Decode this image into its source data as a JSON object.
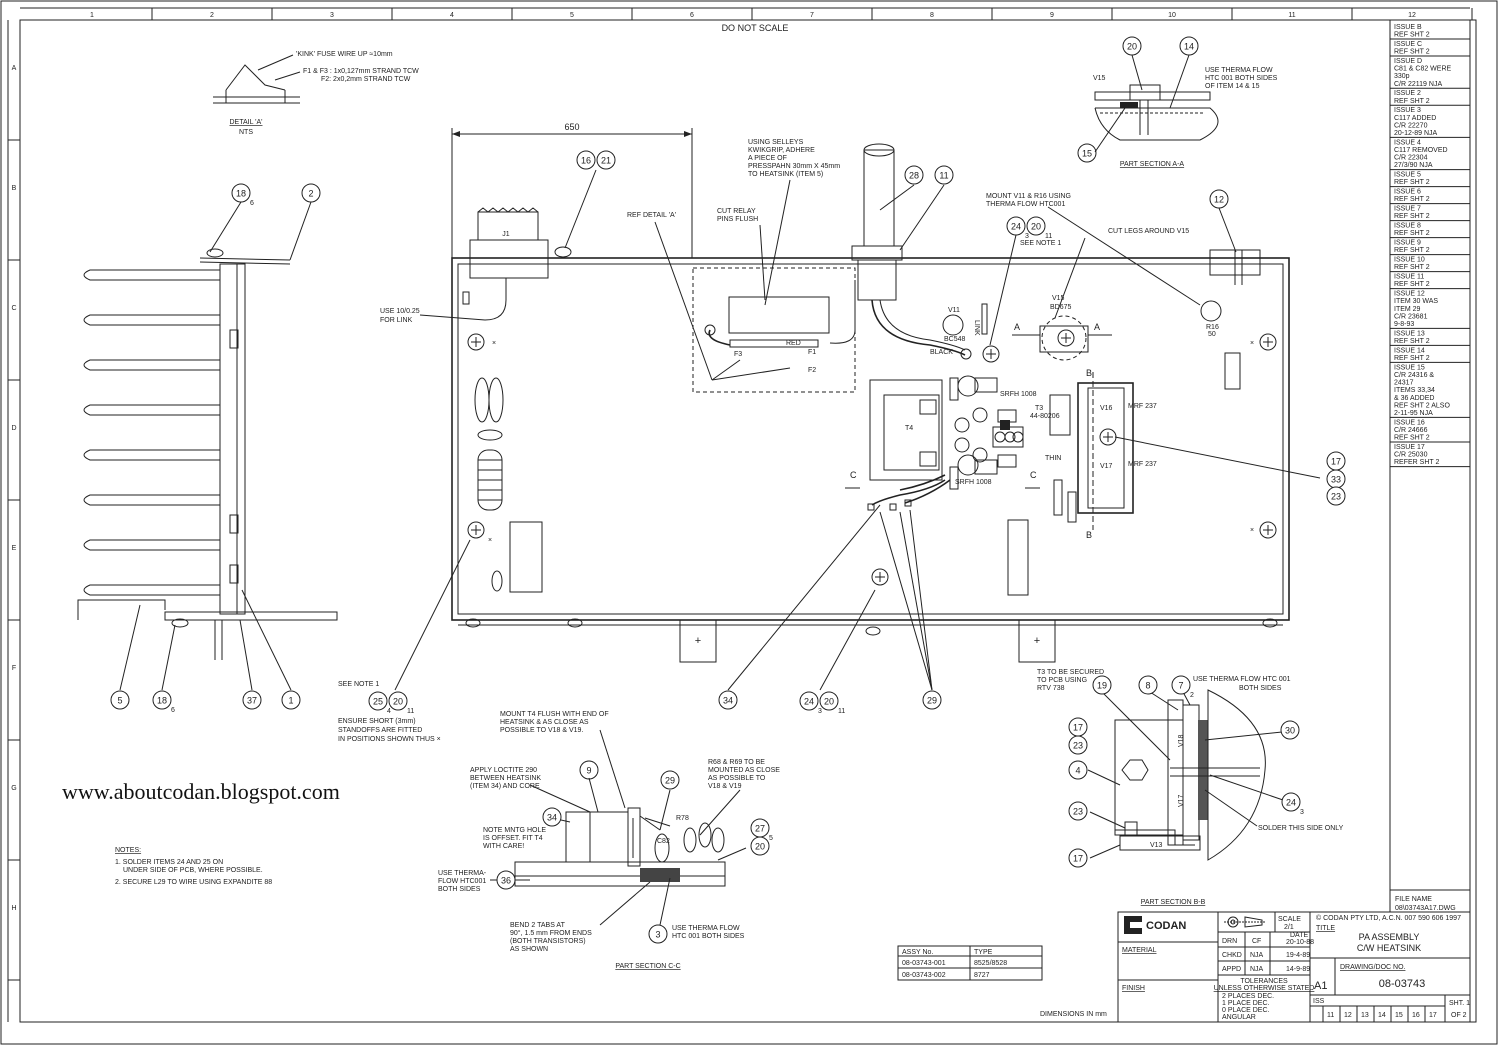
{
  "header": {
    "note": "DO NOT SCALE",
    "columns": [
      "1",
      "2",
      "3",
      "4",
      "5",
      "6",
      "7",
      "8",
      "9",
      "10",
      "11",
      "12"
    ],
    "rows": [
      "A",
      "B",
      "C",
      "D",
      "E",
      "F",
      "G",
      "H"
    ]
  },
  "watermark": "www.aboutcodan.blogspot.com",
  "detail_a": {
    "kink": "'KINK' FUSE WIRE UP ≈10mm",
    "fuse1": "F1 & F3 : 1x0,127mm STRAND TCW",
    "fuse2": "F2: 2x0,2mm STRAND TCW",
    "title": "DETAIL 'A'",
    "scale": "NTS"
  },
  "dimension": "650",
  "callouts": [
    {
      "n": "18",
      "sub": "6"
    },
    {
      "n": "2",
      "sub": ""
    },
    {
      "n": "5",
      "sub": ""
    },
    {
      "n": "18",
      "sub": "6"
    },
    {
      "n": "37",
      "sub": ""
    },
    {
      "n": "1",
      "sub": ""
    },
    {
      "n": "16",
      "sub": ""
    },
    {
      "n": "21",
      "sub": ""
    },
    {
      "n": "28",
      "sub": ""
    },
    {
      "n": "11",
      "sub": ""
    },
    {
      "n": "24",
      "sub": "3"
    },
    {
      "n": "20",
      "sub": "11"
    },
    {
      "n": "12",
      "sub": ""
    },
    {
      "n": "20",
      "sub": ""
    },
    {
      "n": "14",
      "sub": ""
    },
    {
      "n": "15",
      "sub": ""
    },
    {
      "n": "17",
      "sub": ""
    },
    {
      "n": "33",
      "sub": ""
    },
    {
      "n": "23",
      "sub": ""
    },
    {
      "n": "25",
      "sub": "4"
    },
    {
      "n": "20",
      "sub": "11"
    },
    {
      "n": "34",
      "sub": ""
    },
    {
      "n": "24",
      "sub": "3"
    },
    {
      "n": "20",
      "sub": "11"
    },
    {
      "n": "29",
      "sub": ""
    },
    {
      "n": "19",
      "sub": ""
    },
    {
      "n": "8",
      "sub": ""
    },
    {
      "n": "7",
      "sub": "2"
    },
    {
      "n": "30",
      "sub": ""
    },
    {
      "n": "17",
      "sub": ""
    },
    {
      "n": "23",
      "sub": ""
    },
    {
      "n": "4",
      "sub": ""
    },
    {
      "n": "23",
      "sub": ""
    },
    {
      "n": "24",
      "sub": "3"
    },
    {
      "n": "17",
      "sub": ""
    },
    {
      "n": "9",
      "sub": ""
    },
    {
      "n": "29",
      "sub": ""
    },
    {
      "n": "34",
      "sub": ""
    },
    {
      "n": "36",
      "sub": ""
    },
    {
      "n": "3",
      "sub": ""
    },
    {
      "n": "27",
      "sub": "5"
    },
    {
      "n": "20",
      "sub": ""
    }
  ],
  "labels": {
    "use_link": "USE 10/0.25",
    "use_link2": "FOR LINK",
    "selleys1": "USING SELLEYS",
    "selleys2": "KWIKGRIP, ADHERE",
    "selleys3": "A PIECE OF",
    "selleys4": "PRESSPAHN 30mm X 45mm",
    "selleys5": "TO HEATSINK (ITEM 5)",
    "cut_relay1": "CUT RELAY",
    "cut_relay2": "PINS FLUSH",
    "ref_detail": "REF DETAIL 'A'",
    "mount1": "MOUNT V11 & R16 USING",
    "mount2": "THERMA FLOW HTC001",
    "see_note": "SEE NOTE 1",
    "cut_legs": "CUT LEGS AROUND V15",
    "therma_a1": "USE THERMA FLOW",
    "therma_a2": "HTC 001 BOTH SIDES",
    "therma_a3": "OF ITEM 14 & 15",
    "part_aa": "PART SECTION A-A",
    "red": "RED",
    "black": "BLACK",
    "j1": "J1",
    "f1": "F1",
    "f2": "F2",
    "f3": "F3",
    "v11": "V11",
    "bc548": "BC548",
    "link": "LINK",
    "v15": "V15",
    "bd675": "BD675",
    "r16": "R16",
    "r16v": "50",
    "t4": "T4",
    "t3": "T3",
    "t3v": "44-80206",
    "mrf1": "MRF 237",
    "mrf2": "MRF 237",
    "v16": "V16",
    "v17": "V17",
    "srfh1": "SRFH 1008",
    "srfh2": "SRFH 1008",
    "thin": "THIN",
    "see_note_b": "SEE NOTE 1",
    "ensure1": "ENSURE SHORT (3mm)",
    "ensure2": "STANDOFFS ARE FITTED",
    "ensure3": "IN POSITIONS SHOWN THUS  ×",
    "t3sec1": "T3 TO BE SECURED",
    "t3sec2": "TO PCB USING",
    "t3sec3": "RTV 738",
    "therma_b1": "USE THERMA FLOW HTC 001",
    "therma_b2": "BOTH SIDES",
    "solder": "SOLDER THIS SIDE ONLY",
    "part_bb": "PART SECTION B-B",
    "v13": "V13",
    "mount_t4_1": "MOUNT T4 FLUSH WITH END OF",
    "mount_t4_2": "HEATSINK & AS CLOSE AS",
    "mount_t4_3": "POSSIBLE TO V18 & V19.",
    "loctite1": "APPLY LOCTITE 290",
    "loctite2": "BETWEEN HEATSINK",
    "loctite3": "(ITEM 34) AND CORE",
    "r68_1": "R68 & R69 TO BE",
    "r68_2": "MOUNTED AS CLOSE",
    "r68_3": "AS POSSIBLE TO",
    "r68_4": "V18 & V19",
    "mntg1": "NOTE MNTG HOLE",
    "mntg2": "IS OFFSET. FIT T4",
    "mntg3": "WITH CARE!",
    "therma_c1": "USE THERMA-",
    "therma_c2": "FLOW HTC001",
    "therma_c3": "BOTH SIDES",
    "bend1": "BEND 2 TABS AT",
    "bend2": "90°, 1.5 mm FROM ENDS",
    "bend3": "(BOTH TRANSISTORS)",
    "bend4": "AS SHOWN",
    "therma_d1": "USE THERMA FLOW",
    "therma_d2": "HTC 001 BOTH SIDES",
    "part_cc": "PART SECTION C-C",
    "c82": "C82",
    "r78": "R78",
    "notes_title": "NOTES:",
    "note1a": "1. SOLDER ITEMS 24 AND 25 ON",
    "note1b": "UNDER SIDE OF PCB, WHERE POSSIBLE.",
    "note2": "2. SECURE L29 TO WIRE USING EXPANDITE 88",
    "dims": "DIMENSIONS IN mm"
  },
  "assy_table": {
    "headers": [
      "ASSY No.",
      "TYPE"
    ],
    "rows": [
      [
        "08-03743-001",
        "8525/8528"
      ],
      [
        "08-03743-002",
        "8727"
      ]
    ]
  },
  "revisions": [
    [
      "ISSUE  B",
      "REF SHT 2"
    ],
    [
      "ISSUE  C",
      "REF SHT 2"
    ],
    [
      "ISSUE  D",
      "C81 & C82 WERE",
      "330p",
      "C/R 22119    NJA"
    ],
    [
      "ISSUE  2",
      "REF SHT 2"
    ],
    [
      "ISSUE  3",
      "C117 ADDED",
      "C/R 22270",
      "20-12-89    NJA"
    ],
    [
      "ISSUE  4",
      "C117 REMOVED",
      "C/R 22304",
      "27/3/90     NJA"
    ],
    [
      "ISSUE  5",
      "REF SHT 2"
    ],
    [
      "ISSUE  6",
      "REF SHT 2"
    ],
    [
      "ISSUE  7",
      "REF SHT 2"
    ],
    [
      "ISSUE  8",
      "REF SHT 2"
    ],
    [
      "ISSUE  9",
      "REF SHT 2"
    ],
    [
      "ISSUE  10",
      "REF SHT 2"
    ],
    [
      "ISSUE  11",
      "REF SHT 2"
    ],
    [
      "ISSUE  12",
      "ITEM 30 WAS",
      "ITEM 29",
      "C/R 23681",
      "9-8-93"
    ],
    [
      "ISSUE  13",
      "REF SHT 2"
    ],
    [
      "ISSUE  14",
      "REF SHT 2"
    ],
    [
      "ISSUE  15",
      "C/R 24316 &",
      "24317",
      "ITEMS 33,34",
      "& 36 ADDED",
      "REF SHT 2 ALSO",
      "2-11-95     NJA"
    ],
    [
      "ISSUE  16",
      "C/R 24666",
      "REF SHT 2"
    ],
    [
      "ISSUE 17",
      "C/R 25030",
      "REFER SHT 2"
    ]
  ],
  "file_name_label": "FILE NAME",
  "file_name_value": "08\\03743A17.DWG",
  "title_block": {
    "company": "CODAN",
    "scale_label": "SCALE",
    "scale_value": "2/1",
    "copyright": "© CODAN  PTY LTD, A.C.N. 007 590 606  1997",
    "title_label": "TITLE",
    "title1": "PA ASSEMBLY",
    "title2": "C/W HEATSINK",
    "material": "MATERIAL",
    "finish": "FINISH",
    "drn": "DRN",
    "drn_by": "CF",
    "date_label": "DATE",
    "drn_date": "20-10-88",
    "chkd": "CHKD",
    "chkd_by": "NJA",
    "chkd_date": "19-4-89",
    "appd": "APPD",
    "appd_by": "NJA",
    "appd_date": "14-9-89",
    "tol_title": "TOLERANCES",
    "tol_sub": "UNLESS OTHERWISE STATED",
    "tol1": "2 PLACES DEC.",
    "tol2": "1 PLACE DEC.",
    "tol3": "0 PLACE DEC.",
    "tol4": "ANGULAR",
    "size": "A1",
    "drawing_label": "DRAWING/DOC NO.",
    "drawing_no": "08-03743",
    "iss_label": "ISS",
    "iss_values": [
      "11",
      "12",
      "13",
      "14",
      "15",
      "16",
      "17"
    ],
    "sht_label": "SHT. 1",
    "of_label": "OF 2"
  }
}
